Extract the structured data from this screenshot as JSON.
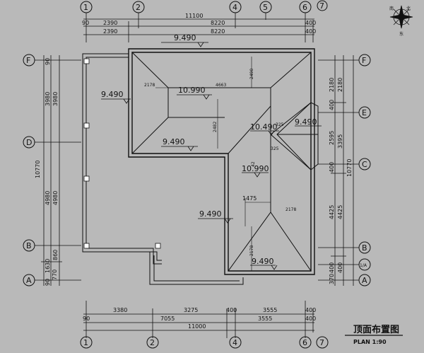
{
  "drawing": {
    "title": "顶面布置图",
    "scale_label": "PLAN 1:90",
    "compass": {
      "label_north": "北",
      "label_south": "南",
      "label_east": "东"
    }
  },
  "axes": {
    "top": [
      "1",
      "2",
      "4",
      "5",
      "6",
      "7"
    ],
    "bottom": [
      "1",
      "2",
      "4",
      "6",
      "7"
    ],
    "left": [
      "F",
      "D",
      "B",
      "A"
    ],
    "right": [
      "F",
      "E",
      "C",
      "B",
      "1/A",
      "A"
    ]
  },
  "dimensions": {
    "top_total": "11100",
    "top_row1": [
      "90",
      "2390",
      "8220",
      "400"
    ],
    "top_row2": [
      "2390",
      "8220",
      "400"
    ],
    "bottom_row1": [
      "3380",
      "3275",
      "400",
      "3555",
      "400"
    ],
    "bottom_row2": [
      "90",
      "7055",
      "3555",
      "400"
    ],
    "bottom_total": "11000",
    "left_total": "10770",
    "left_outer": [
      "3980",
      "4980",
      "1630",
      "770"
    ],
    "left_inner": [
      "3980",
      "4980",
      "860"
    ],
    "left_small": [
      "90",
      "90"
    ],
    "right_total": "10770",
    "right_outer": [
      "2180",
      "3395",
      "4425"
    ],
    "right_inner": [
      "2180",
      "400",
      "2595",
      "400",
      "4425",
      "400",
      "400",
      "370"
    ],
    "interior": [
      "2178",
      "4663",
      "2490",
      "2482",
      "325",
      "325",
      "1475",
      "2178",
      "2178",
      "42"
    ]
  },
  "elevations": [
    "9.490",
    "9.490",
    "10.990",
    "9.490",
    "10.490",
    "9.490",
    "10.990",
    "9.490",
    "9.490"
  ]
}
